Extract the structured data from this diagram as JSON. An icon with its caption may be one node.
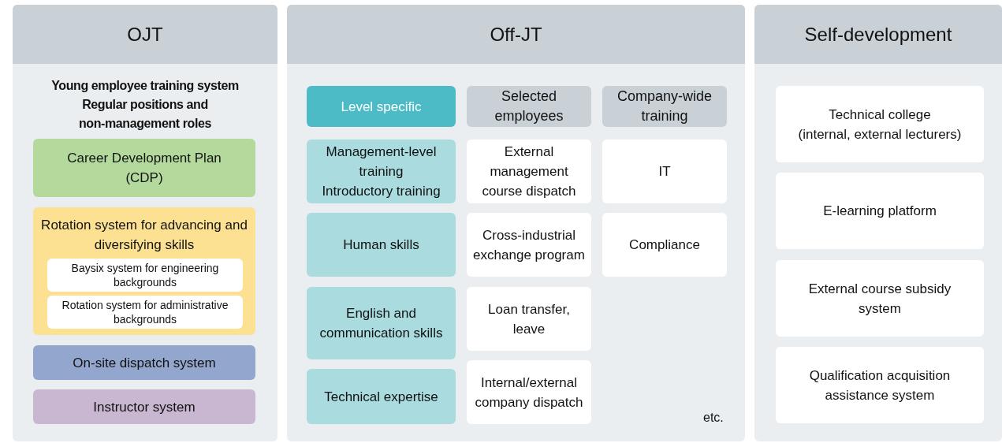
{
  "diagram": {
    "nodes": [
      {
        "text": [
          "OJT",
          "Young employee training system",
          "Regular positions and non-management roles"
        ]
      },
      {
        "text": [
          "Career Development Plan (CDP)"
        ],
        "in": 0
      },
      {
        "text": [
          "Rotation system for advancing and diversifying skills"
        ],
        "in": 0
      },
      {
        "text": [
          "Baysix system for engineering backgrounds"
        ],
        "in": 2
      },
      {
        "text": [
          "Rotation system for administrative backgrounds"
        ],
        "in": 2
      },
      {
        "text": [
          "On-site dispatch system"
        ],
        "in": 0
      },
      {
        "text": [
          "Instructor system"
        ],
        "in": 0
      },
      {
        "text": [
          "Off-JT"
        ]
      },
      {
        "text": [
          "Level specific"
        ],
        "in": 7
      },
      {
        "text": [
          "Selected employees"
        ],
        "in": 7
      },
      {
        "text": [
          "Company-wide training"
        ],
        "in": 7
      },
      {
        "text": [
          "Management-level training",
          "Introductory training"
        ],
        "in": 7
      },
      {
        "text": [
          "External management course dispatch"
        ],
        "in": 7
      },
      {
        "text": [
          "IT"
        ],
        "in": 7
      },
      {
        "text": [
          "Human skills"
        ],
        "in": 7
      },
      {
        "text": [
          "Cross-industrial exchange program"
        ],
        "in": 7
      },
      {
        "text": [
          "Compliance"
        ],
        "in": 7
      },
      {
        "text": [
          "English and communication skills"
        ],
        "in": 7
      },
      {
        "text": [
          "Loan transfer, leave"
        ],
        "in": 7
      },
      {
        "text": [
          "Technical expertise"
        ],
        "in": 7
      },
      {
        "text": [
          "Internal/external company dispatch"
        ],
        "in": 7
      },
      {
        "text": [
          "Self-development"
        ]
      },
      {
        "text": [
          "Technical college",
          "(internal, external lecturers)"
        ],
        "in": 21
      },
      {
        "text": [
          "E-learning platform"
        ],
        "in": 21
      },
      {
        "text": [
          "External course subsidy system"
        ],
        "in": 21
      },
      {
        "text": [
          "Qualification acquisition assistance system"
        ],
        "in": 21
      }
    ],
    "labels": [
      "etc."
    ]
  }
}
